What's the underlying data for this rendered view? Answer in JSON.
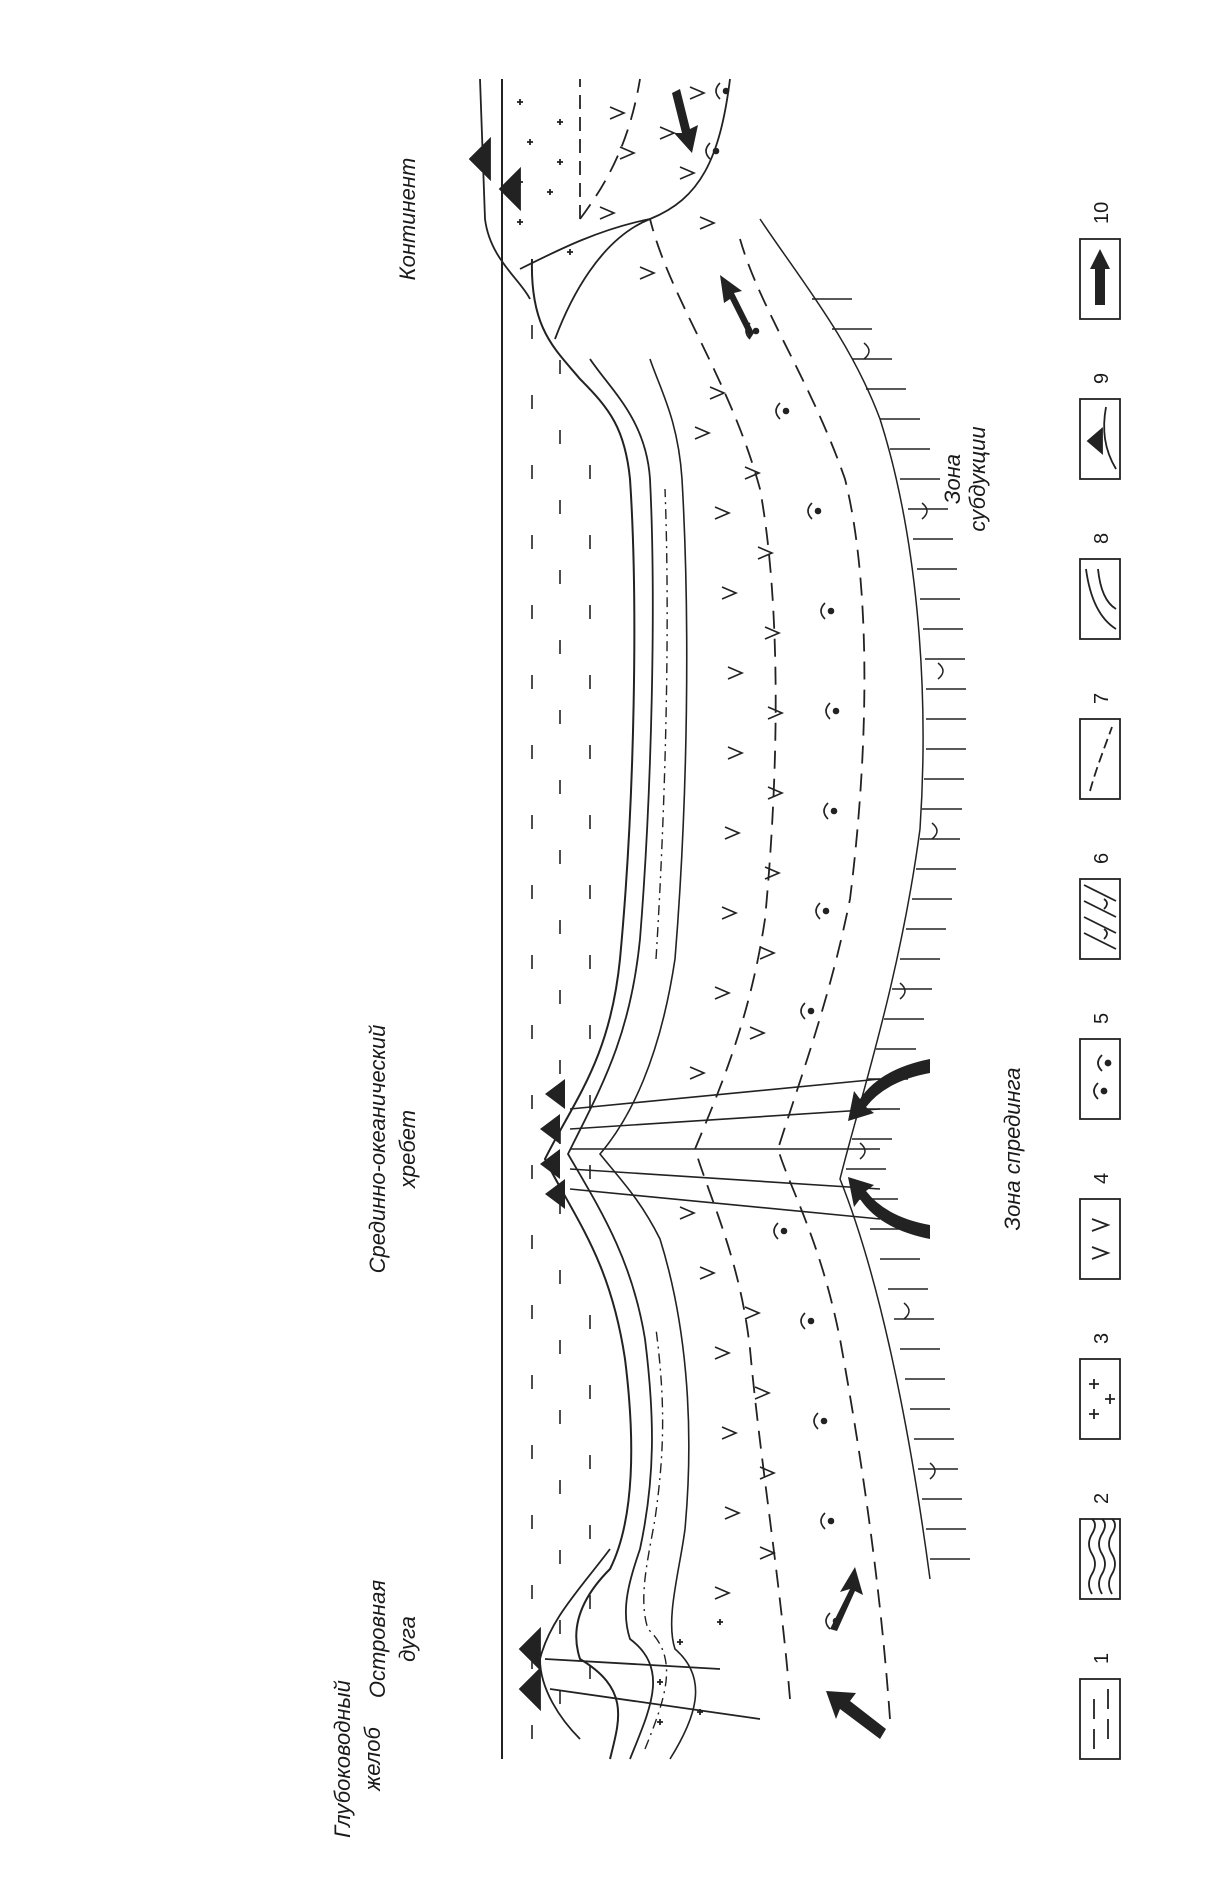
{
  "labels": {
    "continent": "Континент",
    "ridge_line1": "Срединно-океанический",
    "ridge_line2": "хребет",
    "spreading_zone": "Зона спрединга",
    "subduction_line1": "Зона",
    "subduction_line2": "субдукции",
    "island_arc_line1": "Островная",
    "island_arc_line2": "дуга",
    "trench_line1": "Глубоководный",
    "trench_line2": "желоб"
  },
  "legend": [
    {
      "number": "1",
      "pattern": "dash-lines-icon"
    },
    {
      "number": "2",
      "pattern": "wavy-sediment-icon"
    },
    {
      "number": "3",
      "pattern": "plus-signs-icon"
    },
    {
      "number": "4",
      "pattern": "v-signs-icon"
    },
    {
      "number": "5",
      "pattern": "dotted-arc-icon"
    },
    {
      "number": "6",
      "pattern": "hatch-hooks-icon"
    },
    {
      "number": "7",
      "pattern": "dashed-boundary-icon"
    },
    {
      "number": "8",
      "pattern": "fault-lines-icon"
    },
    {
      "number": "9",
      "pattern": "volcano-icon"
    },
    {
      "number": "10",
      "pattern": "arrow-icon"
    }
  ]
}
